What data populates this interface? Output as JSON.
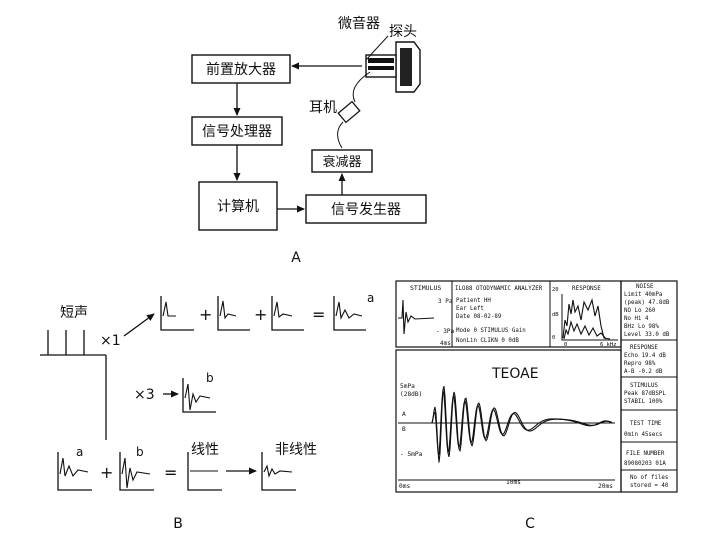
{
  "panel_a": {
    "label": "A",
    "boxes": {
      "preamp": "前置放大器",
      "processor": "信号处理器",
      "computer": "计算机",
      "generator": "信号发生器",
      "attenuator": "衰减器"
    },
    "labels": {
      "microphone": "微音器",
      "probe": "探头",
      "earphone": "耳机"
    }
  },
  "panel_b": {
    "label": "B",
    "short_sound": "短声",
    "times1": "×1",
    "times3": "×3",
    "plus": "+",
    "equals": "=",
    "a": "a",
    "b": "b",
    "linear": "线性",
    "nonlinear": "非线性"
  },
  "panel_c": {
    "label": "C",
    "stimulus": {
      "title": "STIMULUS",
      "top": "3 Pa",
      "bottom": "- 3Pa",
      "time": "4ms"
    },
    "info": {
      "title": "ILO88 OTODYNAMIC ANALYZER",
      "patient": "Patient  HH",
      "ear": "Ear      Left",
      "date": "Date     08-02-89",
      "mode": "Mode 0  STIMULUS  Gain",
      "nonlin": "NonLin  CLIKN    0 0dB"
    },
    "response": {
      "title": "RESPONSE",
      "y_top": "20",
      "y_mid": "dB",
      "y_bottom": "0",
      "x_start": "0",
      "x_end": "6 kHz"
    },
    "noise": {
      "title": "NOISE",
      "lines": [
        "Limit  40mPa",
        "(peak)  47.8dB",
        "NO Lo   260",
        "No Hi    4",
        "BHz Lo  98%",
        "Level  33.0 dB"
      ]
    },
    "response_side": {
      "title": "RESPONSE",
      "lines": [
        "Echo   19.4 dB",
        "Repro    98%",
        "A-B    -0.2 dB"
      ]
    },
    "stimulus_side": {
      "title": "STIMULUS",
      "lines": [
        "Peak  87dBSPL",
        "STABIL  100%"
      ]
    },
    "test_time": {
      "title": "TEST TIME",
      "value": "0min  45secs"
    },
    "file_number": {
      "title": "FILE NUMBER",
      "value": "89080203 01A"
    },
    "files": {
      "line1": "No of files",
      "line2": "stored = 40"
    },
    "main": {
      "title": "TEOAE",
      "y_top": "5mPa",
      "y_top_db": "(28dB)",
      "y_bottom": "- 5mPa",
      "trace_a": "A",
      "trace_b": "B",
      "x_start": "0ms",
      "x_mid": "10ms",
      "x_end": "20ms"
    }
  }
}
